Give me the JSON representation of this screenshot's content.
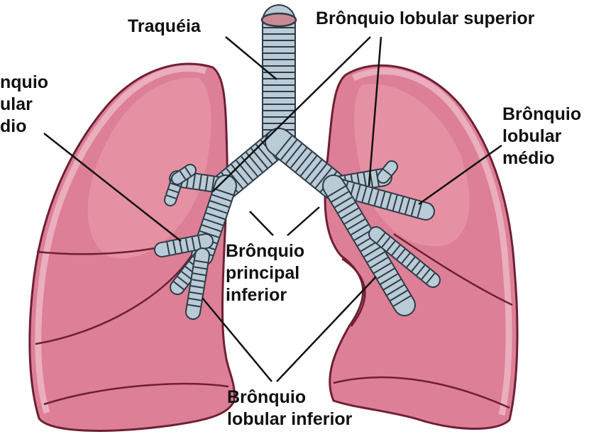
{
  "colors": {
    "lung_fill": "#dd7f96",
    "lung_light": "#ec9eb1",
    "lung_edge": "#6e1f35",
    "pleura_rim": "#f0c2cf",
    "trachea_fill": "#b9cbd6",
    "trachea_ring": "#2e3b46",
    "leader_line": "#111111"
  },
  "labels": {
    "trachea": "Traquéia",
    "upper_lobe_bronchus": "Brônquio lobular superior",
    "left_middle": [
      "nquio",
      "ular",
      "dio"
    ],
    "right_middle": [
      "Brônquio",
      "lobular",
      "médio"
    ],
    "main_bronchus": [
      "Brônquio",
      "principal",
      "inferior"
    ],
    "lower_lobe_bronchus": [
      "Brônquio",
      "lobular inferior"
    ]
  }
}
